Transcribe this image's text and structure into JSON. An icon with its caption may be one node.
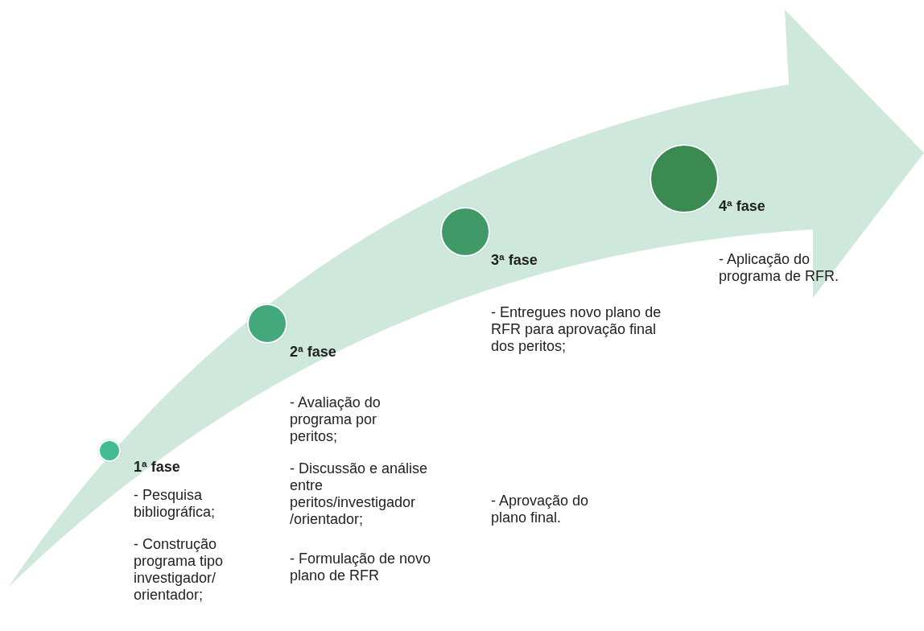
{
  "diagram": {
    "nodes": [
      {
        "text": [],
        "shape": "circle",
        "beside": [
          "1ª fase",
          "- Pesquisa bibliográfica;",
          "- Construção programa tipo investigador/ orientador;"
        ]
      },
      {
        "text": [],
        "shape": "circle",
        "beside": [
          "2ª fase",
          "- Avaliação do programa por peritos;",
          "- Discussão e análise entre peritos/investigador /orientador;",
          "- Formulação de novo plano de RFR"
        ]
      },
      {
        "text": [],
        "shape": "circle",
        "beside": [
          "3ª fase",
          "- Entregues novo plano de RFR para aprovação final dos peritos;"
        ]
      },
      {
        "text": [],
        "shape": "circle",
        "beside": [
          "4ª fase",
          "- Aplicação do programa de RFR."
        ]
      }
    ],
    "labels": [
      "- Aprovação do plano final."
    ]
  }
}
